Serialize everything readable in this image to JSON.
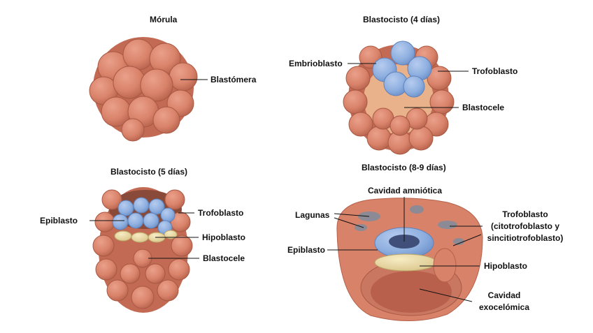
{
  "panels": {
    "morula": {
      "title": "Mórula",
      "labels": {
        "blastomera": "Blastómera"
      }
    },
    "blastocisto4": {
      "title": "Blastocisto (4 días)",
      "labels": {
        "embrioblasto": "Embrioblasto",
        "trofoblasto": "Trofoblasto",
        "blastocele": "Blastocele"
      }
    },
    "blastocisto5": {
      "title": "Blastocisto (5 días)",
      "labels": {
        "epiblasto": "Epiblasto",
        "trofoblasto": "Trofoblasto",
        "hipoblasto": "Hipoblasto",
        "blastocele": "Blastocele"
      }
    },
    "blastocisto89": {
      "title": "Blastocisto (8-9 días)",
      "labels": {
        "cavidad_amniotica": "Cavidad amniótica",
        "lagunas": "Lagunas",
        "trofoblasto_1": "Trofoblasto",
        "trofoblasto_2": "(citotrofoblasto y",
        "trofoblasto_3": "sincitiotrofoblasto)",
        "epiblasto": "Epiblasto",
        "hipoblasto": "Hipoblasto",
        "cavidad_exo_1": "Cavidad",
        "cavidad_exo_2": "exocelómica"
      }
    }
  },
  "colors": {
    "trophoblast": "#d9826a",
    "trophoblast_dark": "#b9644f",
    "embryoblast": "#8fb0e0",
    "hypoblast": "#ecdca0",
    "line": "#111111"
  }
}
